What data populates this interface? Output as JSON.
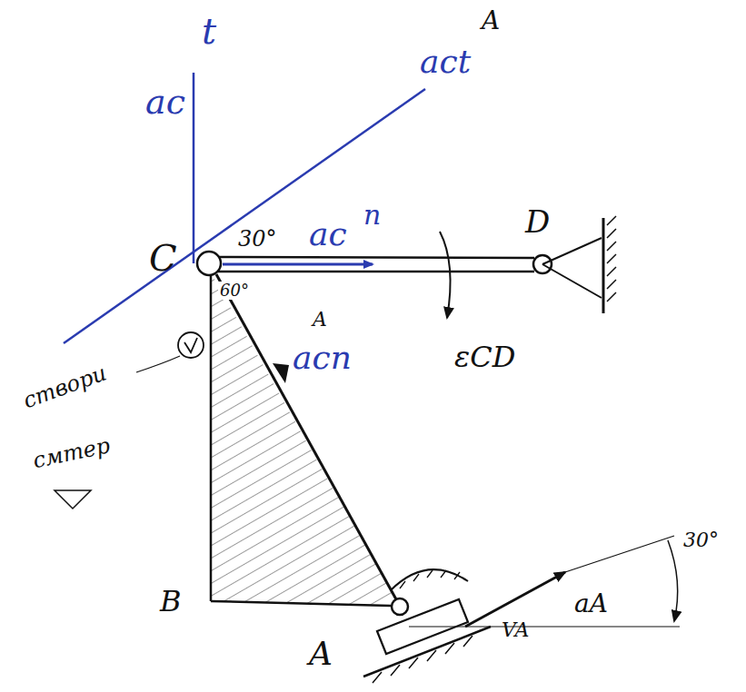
{
  "diagram": {
    "labels": [
      "t",
      "A",
      "act",
      "ac",
      "30°",
      "ac",
      "n",
      "D",
      "C",
      "60°",
      "A",
      "acn",
      "εCD",
      "створи",
      "смтер",
      "B",
      "VA",
      "aA",
      "30°",
      "A"
    ]
  }
}
